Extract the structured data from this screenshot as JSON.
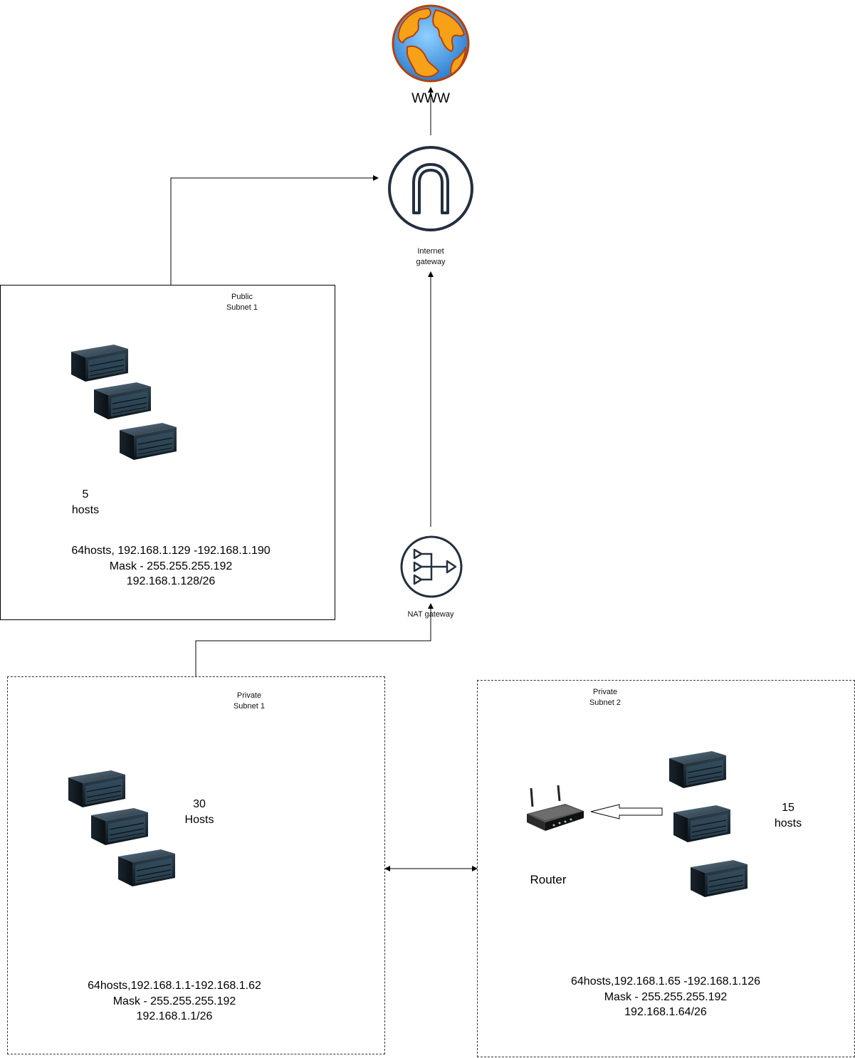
{
  "internet": {
    "label": "WWW"
  },
  "internet_gateway": {
    "label": "Internet\ngateway"
  },
  "nat_gateway": {
    "label": "NAT gateway"
  },
  "public_subnet": {
    "title": "Public\nSubnet 1",
    "host_count": "5\nhosts",
    "details": "64hosts, 192.168.1.129 -192.168.1.190\nMask - 255.255.255.192\n192.168.1.128/26"
  },
  "private_subnet_1": {
    "title": "Private\nSubnet 1",
    "host_count": "30\nHosts",
    "details": "64hosts,192.168.1.1-192.168.1.62\nMask - 255.255.255.192\n192.168.1.1/26"
  },
  "private_subnet_2": {
    "title": "Private\nSubnet 2",
    "host_count": "15\nhosts",
    "router_label": "Router",
    "details": "64hosts,192.168.1.65 -192.168.1.126\nMask - 255.255.255.192\n192.168.1.64/26"
  },
  "colors": {
    "icon_dark": "#232f3e",
    "globe_blue": "#3e9be0",
    "globe_land": "#f6a117"
  }
}
